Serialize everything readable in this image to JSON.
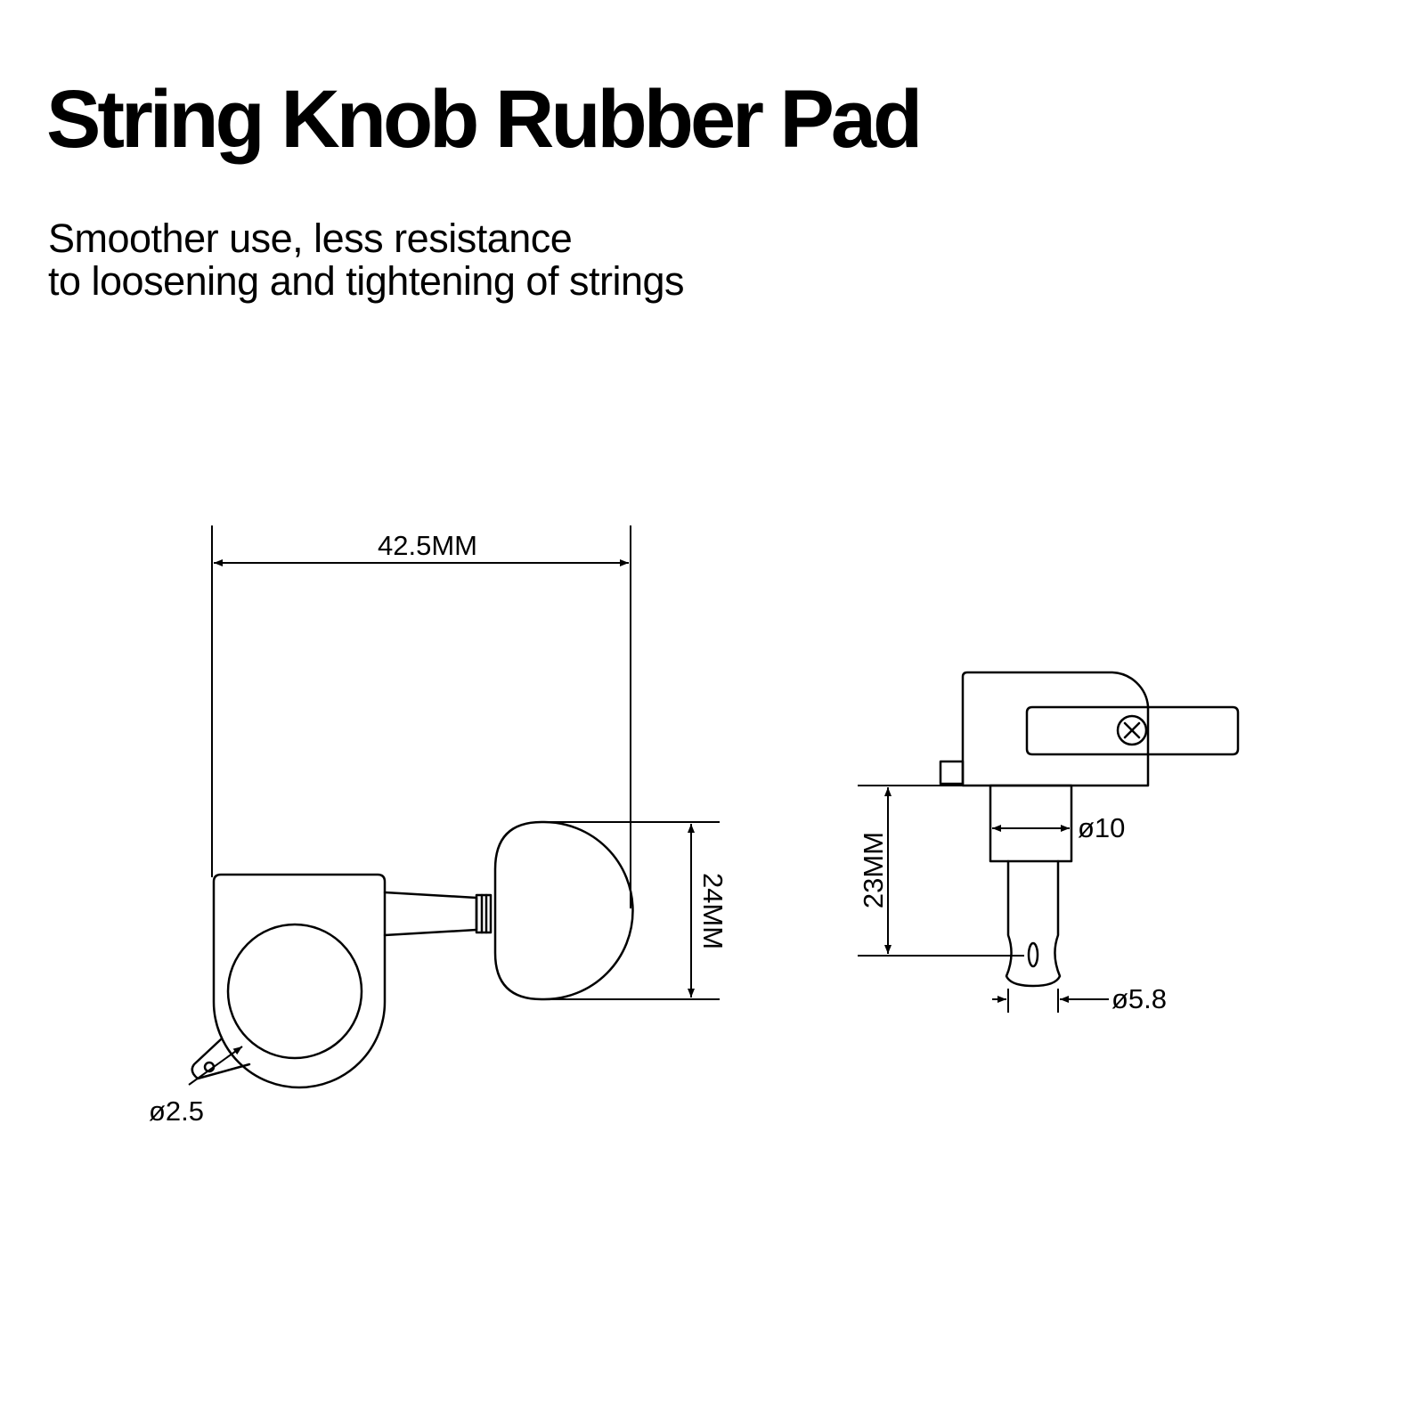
{
  "header": {
    "title": "String Knob Rubber Pad",
    "subtitle_lines": [
      "Smoother use, less resistance",
      "to loosening and tightening of strings"
    ]
  },
  "drawing": {
    "stroke_color": "#000000",
    "side_view": {
      "width_label": "42.5MM",
      "height_label": "24MM",
      "hole_label": "ø2.5"
    },
    "end_view": {
      "height_label": "23MM",
      "shaft_diameter_label": "ø10",
      "post_diameter_label": "ø5.8"
    }
  }
}
